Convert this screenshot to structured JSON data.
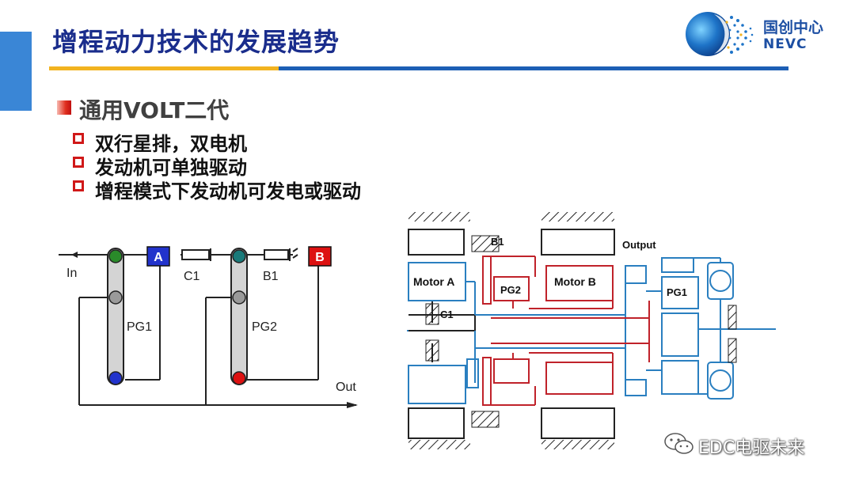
{
  "slide": {
    "title": "增程动力技术的发展趋势",
    "subtitle": "通用VOLT二代",
    "bullets": [
      "双行星排，双电机",
      "发动机可单独驱动",
      "增程模式下发动机可发电或驱动"
    ]
  },
  "logo": {
    "cn": "国创中心",
    "en": "NEVC"
  },
  "watermark": "EDC电驱未来",
  "colors": {
    "title": "#1a2d8c",
    "accent_gold": "#f2b320",
    "accent_blue": "#1d5fb5",
    "bullet_red": "#d01818",
    "diagram_red": "#c0222a",
    "diagram_blue": "#2a7fc0"
  },
  "lever_diagram": {
    "in_label": "In",
    "out_label": "Out",
    "brake_a": "A",
    "brake_b": "B",
    "clutch": "C1",
    "brake": "B1",
    "pg1": "PG1",
    "pg2": "PG2"
  },
  "stick_diagram": {
    "b1": "B1",
    "output": "Output",
    "motor_a": "Motor A",
    "motor_b": "Motor B",
    "pg2": "PG2",
    "pg1": "PG1",
    "c1": "C1"
  }
}
